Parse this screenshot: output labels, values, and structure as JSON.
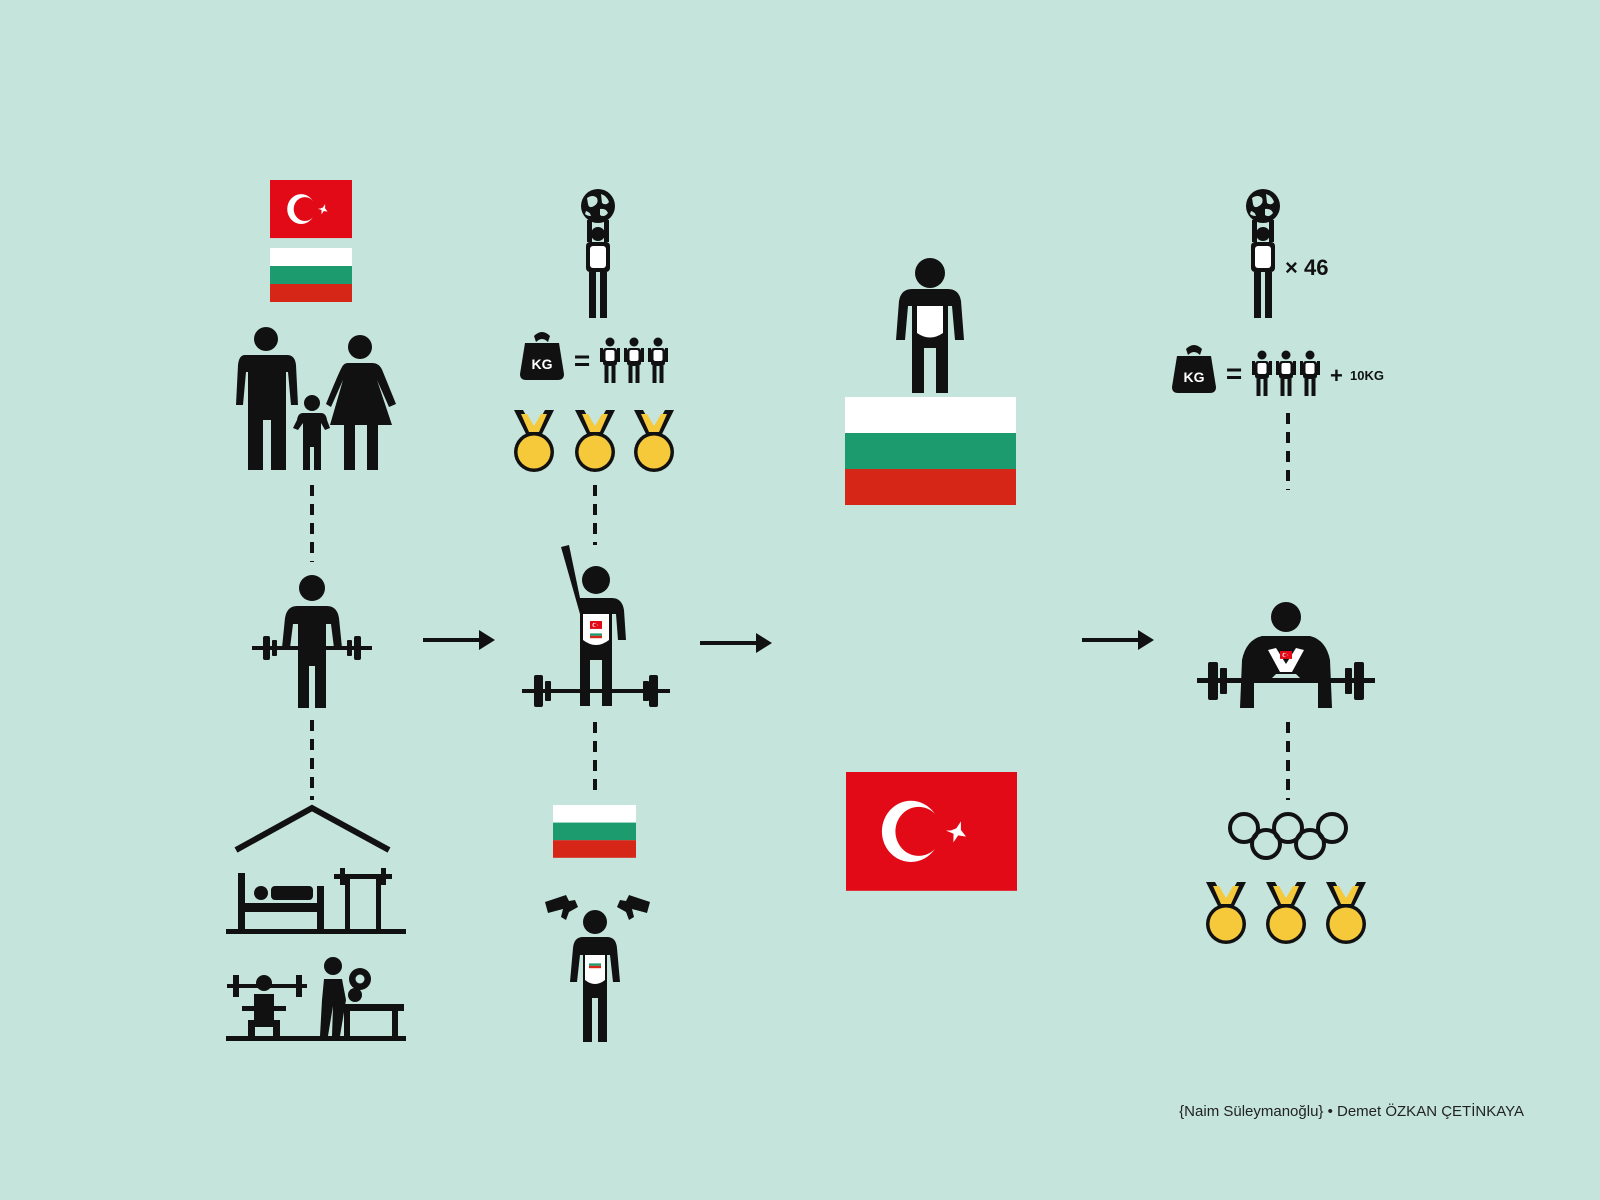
{
  "annotations": {
    "times_count": "× 46",
    "equals": "=",
    "kg_badge": "KG",
    "plus": "+",
    "plus_weight": "10KG"
  },
  "footer": {
    "credit": "{Naim Süleymanoğlu} • Demet ÖZKAN ÇETİNKAYA"
  },
  "colors": {
    "background": "#c5e5dc",
    "ink": "#111111",
    "turkey_red": "#e30a17",
    "bulgaria_green": "#1b9b6e",
    "bulgaria_red": "#d62618",
    "medal_gold": "#f5c93a"
  },
  "icons": [
    "turkey-flag-icon",
    "bulgaria-flag-icon",
    "family-icon",
    "weightlifter-icon",
    "house-gym-icon",
    "earth-lifter-icon",
    "kg-weight-icon",
    "gold-medal-icon",
    "raised-arm-lifter-icon",
    "gun-threat-icon",
    "bowed-head-athlete-icon",
    "olympic-rings-icon",
    "arrow-right-icon"
  ]
}
